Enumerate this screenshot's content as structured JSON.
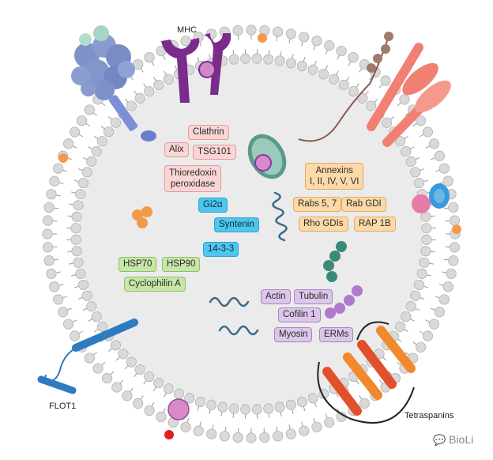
{
  "labels": {
    "mhc": "MHC",
    "flot1": "FLOT1",
    "tetraspanins": "Tetraspanins"
  },
  "proteins": {
    "clathrin": "Clathrin",
    "alix": "Alix",
    "tsg101": "TSG101",
    "thioredoxin_line1": "Thioredoxin",
    "thioredoxin_line2": "peroxidase",
    "annexins_line1": "Annexins",
    "annexins_line2": "I, II, IV, V, VI",
    "rabs": "Rabs 5, 7",
    "rab_gdi": "Rab GDI",
    "rho_gdis": "Rho GDIs",
    "rap1b": "RAP 1B",
    "gi2a": "Gi2α",
    "syntenin": "Syntenin",
    "p1433": "14-3-3",
    "hsp70": "HSP70",
    "hsp90": "HSP90",
    "cyclophilin": "Cyclophilin A",
    "actin": "Actin",
    "tubulin": "Tubulin",
    "cofilin": "Cofilin 1",
    "myosin": "Myosin",
    "erms": "ERMs"
  },
  "watermark": "BioLi",
  "colors": {
    "membrane_head": "#d9d9d9",
    "lumen": "#ececec",
    "mhc": "#7a2b8c",
    "flot1": "#2d7cc1",
    "tetraspanin_orange": "#f08a2c",
    "tetraspanin_red": "#e0502a",
    "receptor_salmon": "#f08072",
    "pink_tag": "#f9d6d6",
    "orange_tag": "#fcd9a8",
    "blue_tag": "#4fc6ee",
    "green_tag": "#c8e6a8",
    "purple_tag": "#dcc6ea"
  }
}
